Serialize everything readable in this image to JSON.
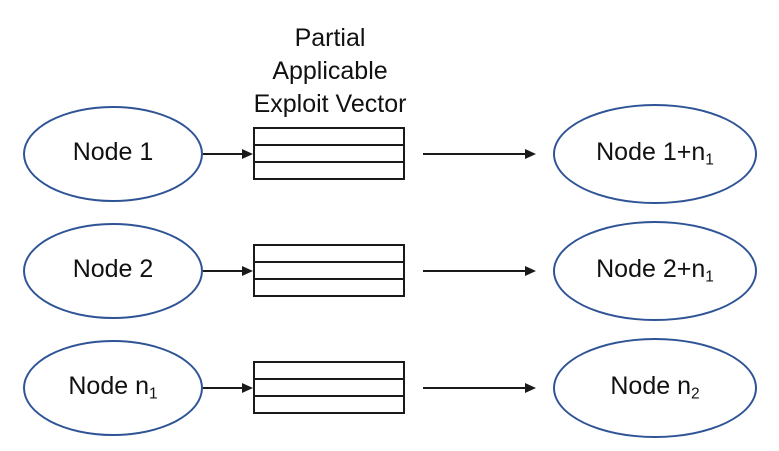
{
  "title": {
    "line1": "Partial",
    "line2": "Applicable",
    "line3": "Exploit Vector"
  },
  "colors": {
    "node_stroke": "#2f5496",
    "line_stroke": "#1a1a1a",
    "background": "#ffffff",
    "text": "#111111"
  },
  "vector_box": {
    "cell_count": 3
  },
  "rows": [
    {
      "source": {
        "base": "Node 1",
        "sub": ""
      },
      "target": {
        "base": "Node 1+n",
        "sub": "1"
      }
    },
    {
      "source": {
        "base": "Node 2",
        "sub": ""
      },
      "target": {
        "base": "Node 2+n",
        "sub": "1"
      }
    },
    {
      "source": {
        "base": "Node n",
        "sub": "1"
      },
      "target": {
        "base": "Node n",
        "sub": "2"
      }
    }
  ]
}
